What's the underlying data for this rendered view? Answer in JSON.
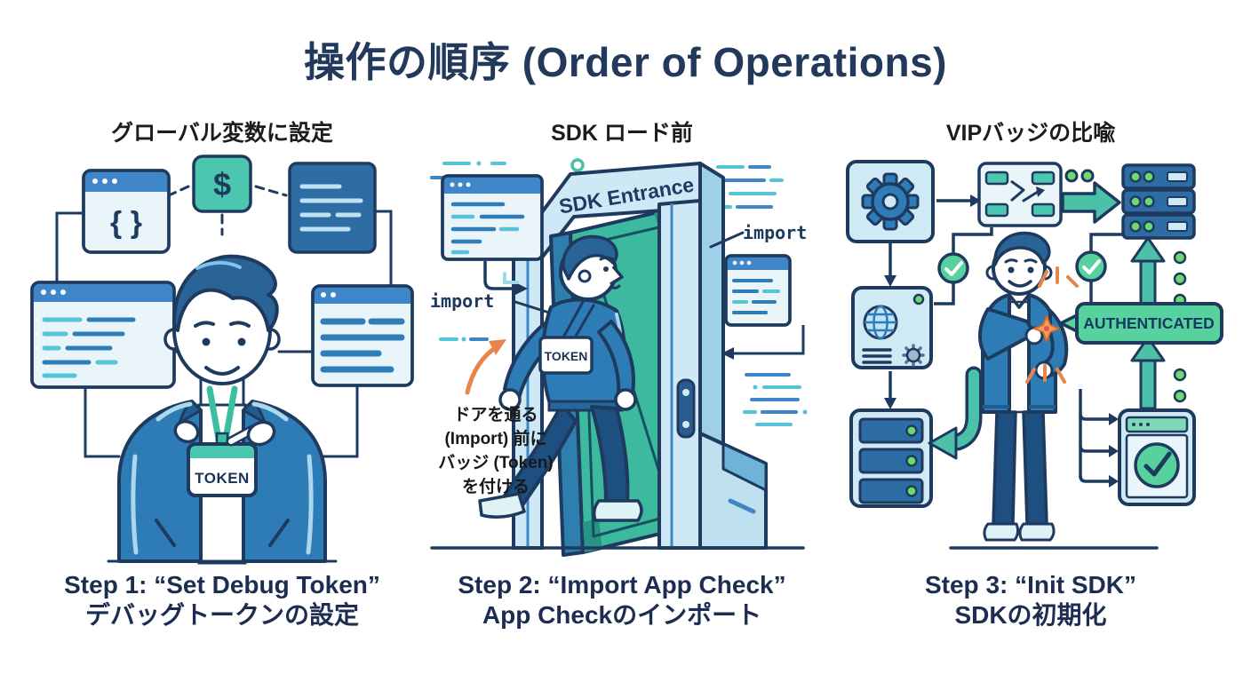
{
  "title": "操作の順序 (Order of Operations)",
  "colors": {
    "navy_outline": "#1e3a5f",
    "title_navy": "#22395c",
    "header_ink": "#1b1c1e",
    "jacket_blue": "#2e7cb5",
    "window_light": "#eaf5fa",
    "window_bar_blue": "#3e86c7",
    "teal_green": "#4cc6ae",
    "door_teal": "#3cb99f",
    "badge_green": "#57d19e",
    "dot_green": "#6fd96f",
    "orange_accent": "#e8854a"
  },
  "panels": [
    {
      "header": "グローバル変数に設定",
      "dollar_sign": "$",
      "braces": "{ }",
      "badge": "TOKEN",
      "caption_en": "Step 1: “Set Debug Token”",
      "caption_ja": "デバッグトークンの設定"
    },
    {
      "header": "SDK ロード前",
      "door_label": "SDK Entrance",
      "import_label_left": "import",
      "import_label_right": "import",
      "badge": "TOKEN",
      "note_line1": "ドアを通る",
      "note_line2": "(Import) 前に",
      "note_line3": "バッジ (Token)",
      "note_line4": "を付ける",
      "caption_en": "Step 2: “Import App Check”",
      "caption_ja": "App Checkのインポート"
    },
    {
      "header": "VIPバッジの比喩",
      "badge": "AUTHENTICATED",
      "caption_en": "Step 3: “Init SDK”",
      "caption_ja": "SDKの初期化"
    }
  ]
}
